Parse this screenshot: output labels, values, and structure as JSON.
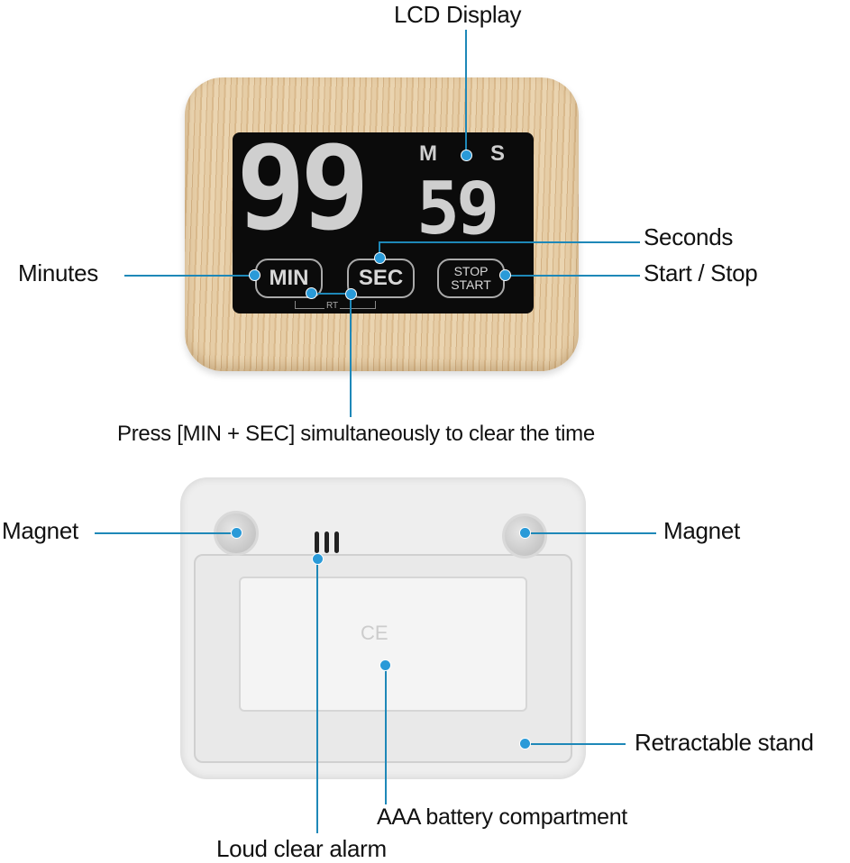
{
  "display": {
    "minutes": "99",
    "seconds": "59",
    "m_label": "M",
    "s_label": "S",
    "rt_label": "RT"
  },
  "buttons": {
    "min": "MIN",
    "sec": "SEC",
    "stop": "STOP",
    "start": "START"
  },
  "back": {
    "ce_mark": "CE"
  },
  "labels": {
    "lcd": "LCD Display",
    "seconds": "Seconds",
    "start_stop": "Start / Stop",
    "minutes": "Minutes",
    "clear": "Press [MIN + SEC] simultaneously to clear the time",
    "magnet_left": "Magnet",
    "magnet_right": "Magnet",
    "stand": "Retractable stand",
    "battery": "AAA battery compartment",
    "alarm": "Loud clear alarm"
  },
  "colors": {
    "callout": "#1e88b8",
    "wood": "#e3c9a0",
    "lcd": "#0b0b0b",
    "back": "#eeeeee"
  }
}
